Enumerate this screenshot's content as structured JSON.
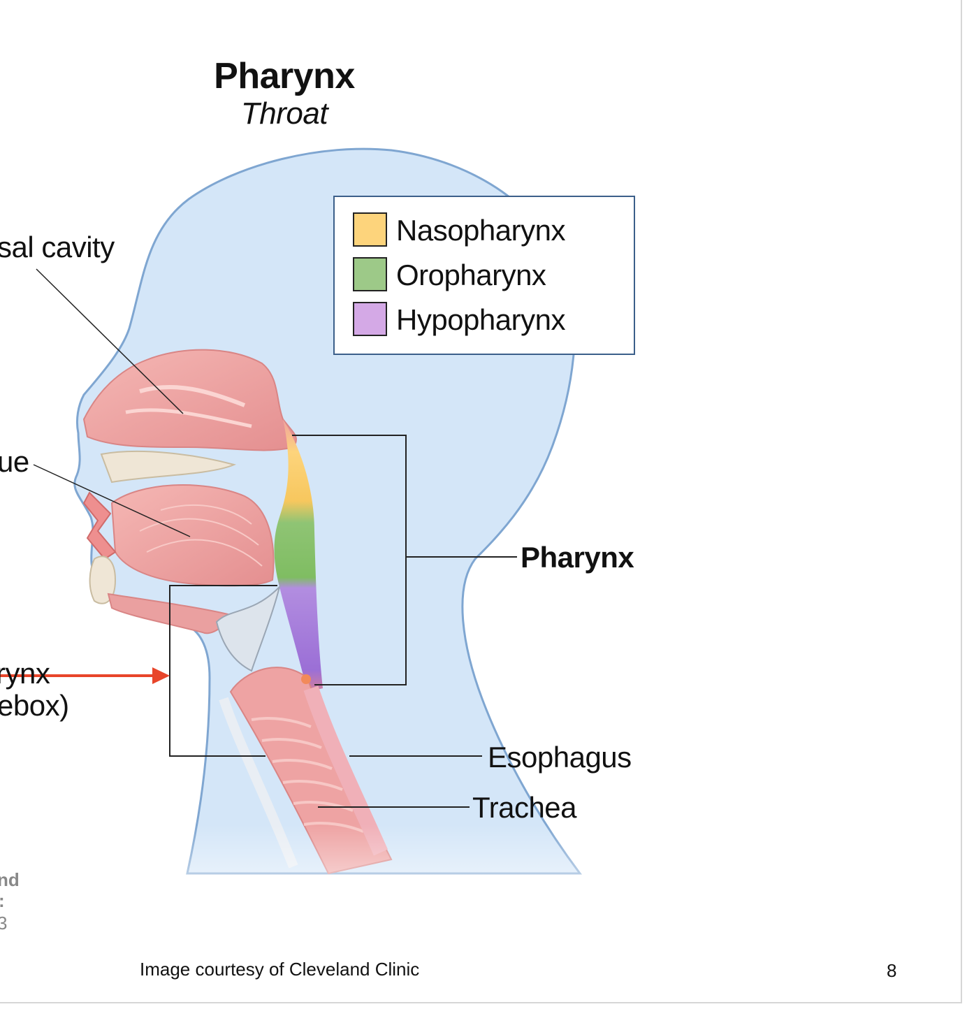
{
  "diagram": {
    "title": "Pharynx",
    "subtitle": "Throat",
    "legend": [
      {
        "label": "Nasopharynx",
        "color": "#fdd47c"
      },
      {
        "label": "Oropharynx",
        "color": "#9dc988"
      },
      {
        "label": "Hypopharynx",
        "color": "#d4a9e6"
      }
    ],
    "labels": {
      "nasal_cavity": "sal cavity",
      "tongue": "ue",
      "larynx_1": "rynx",
      "larynx_2": "ebox)",
      "pharynx": "Pharynx",
      "esophagus": "Esophagus",
      "trachea": "Trachea",
      "credit_1": "nd",
      "credit_2": ":",
      "credit_3": "3"
    },
    "colors": {
      "head": "#d4e6f8",
      "head_outline": "#7fa6d1",
      "tissue": "#eea6a6",
      "arrow": "#e8452a"
    }
  },
  "footer": {
    "credit": "Image courtesy of Cleveland Clinic",
    "page_number": "8"
  }
}
